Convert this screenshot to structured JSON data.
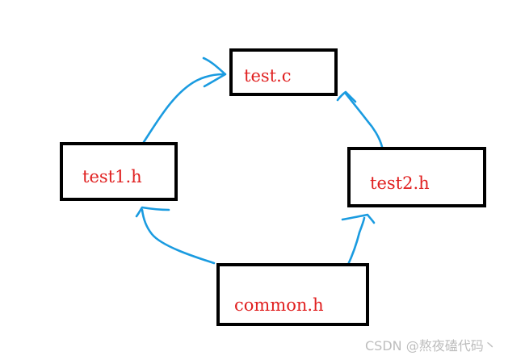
{
  "boxes": {
    "test_c": {
      "label": "test.c"
    },
    "test1_h": {
      "label": "test1.h"
    },
    "test2_h": {
      "label": "test2.h"
    },
    "common_h": {
      "label": "common.h"
    }
  },
  "watermark": "CSDN @熬夜磕代码丶",
  "colors": {
    "box_border": "#000000",
    "label_text": "#e02020",
    "arrow": "#1a9be0",
    "watermark": "#bdbdbd"
  }
}
